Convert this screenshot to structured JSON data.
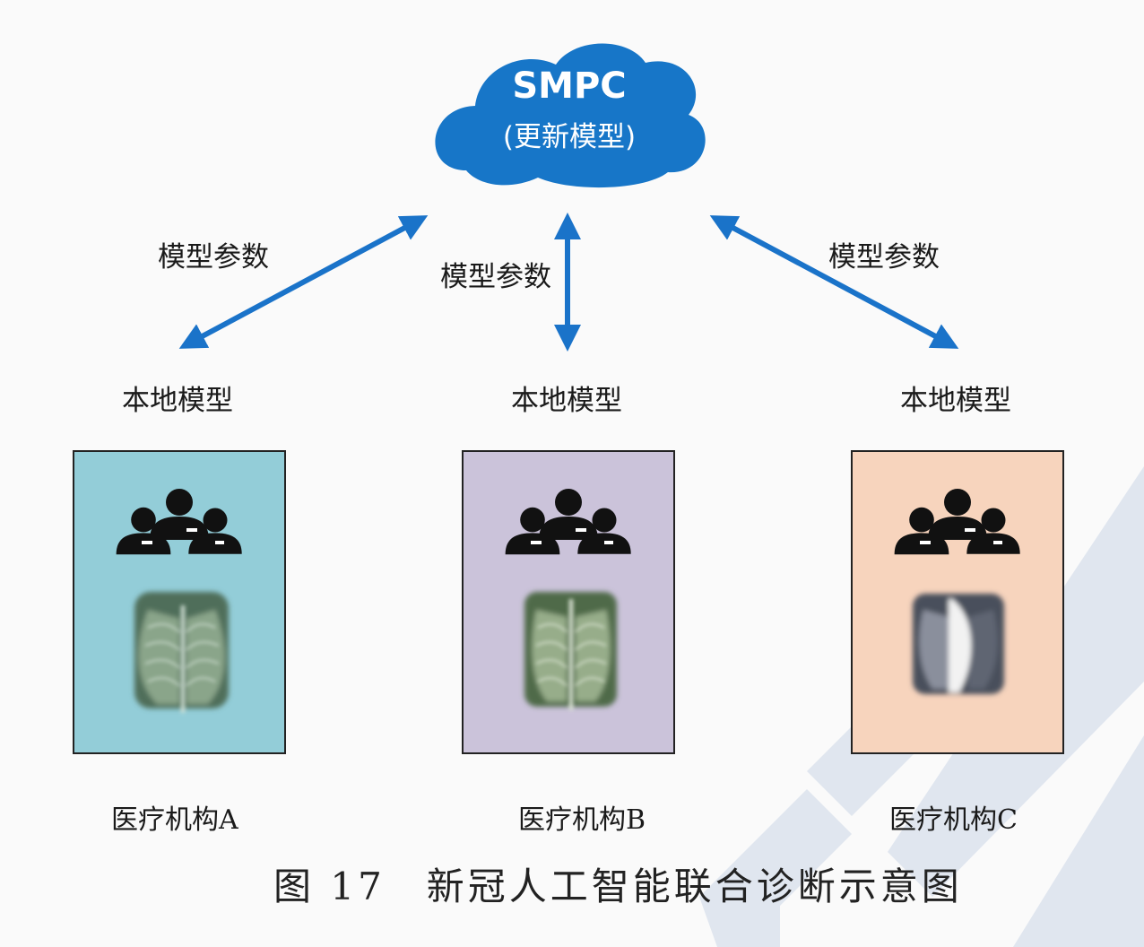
{
  "server": {
    "title": "SMPC",
    "subtitle": "(更新模型)",
    "color": "#1776c8"
  },
  "edge_label": "模型参数",
  "arrow_color": "#1a73c9",
  "institutions": [
    {
      "model_label": "本地模型",
      "name": "医疗机构A",
      "bg": "#93cdd8"
    },
    {
      "model_label": "本地模型",
      "name": "医疗机构B",
      "bg": "#cbc3da"
    },
    {
      "model_label": "本地模型",
      "name": "医疗机构C",
      "bg": "#f7d4bd"
    }
  ],
  "figure_caption": "图 17　新冠人工智能联合诊断示意图"
}
